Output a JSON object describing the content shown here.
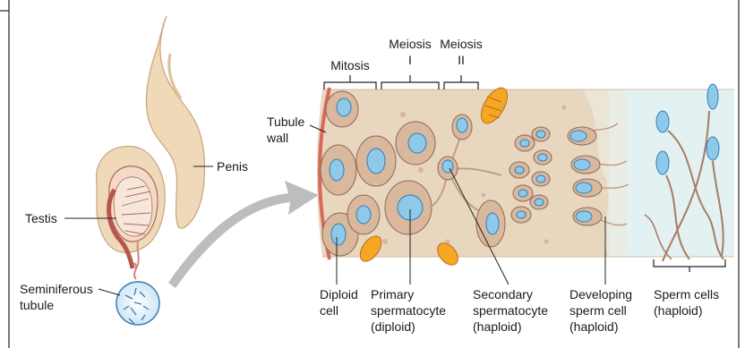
{
  "labels": {
    "mitosis": "Mitosis",
    "meiosis1_line1": "Meiosis",
    "meiosis1_line2": "I",
    "meiosis2_line1": "Meiosis",
    "meiosis2_line2": "II",
    "tubule_wall_line1": "Tubule",
    "tubule_wall_line2": "wall",
    "penis": "Penis",
    "testis": "Testis",
    "seminiferous_line1": "Seminiferous",
    "seminiferous_line2": "tubule",
    "diploid_line1": "Diploid",
    "diploid_line2": "cell",
    "primary_line1": "Primary",
    "primary_line2": "spermatocyte",
    "primary_line3": "(diploid)",
    "secondary_line1": "Secondary",
    "secondary_line2": "spermatocyte",
    "secondary_line3": "(haploid)",
    "developing_line1": "Developing",
    "developing_line2": "sperm cell",
    "developing_line3": "(haploid)",
    "sperm_line1": "Sperm cells",
    "sperm_line2": "(haploid)"
  },
  "colors": {
    "tissue": "#e8d6bf",
    "tissue_edge": "#c9ad8c",
    "skin": "#efd9b8",
    "skin_edge": "#c8a57c",
    "cell_body": "#d9b89e",
    "cell_edge": "#8c6a55",
    "nucleus": "#8ec9ea",
    "nucleus_edge": "#2f7fb8",
    "lumen": "#e3f1f2",
    "tubule_wall": "#d9695a",
    "mitochondria": "#f5a623",
    "arrow": "#bdbdbd"
  }
}
